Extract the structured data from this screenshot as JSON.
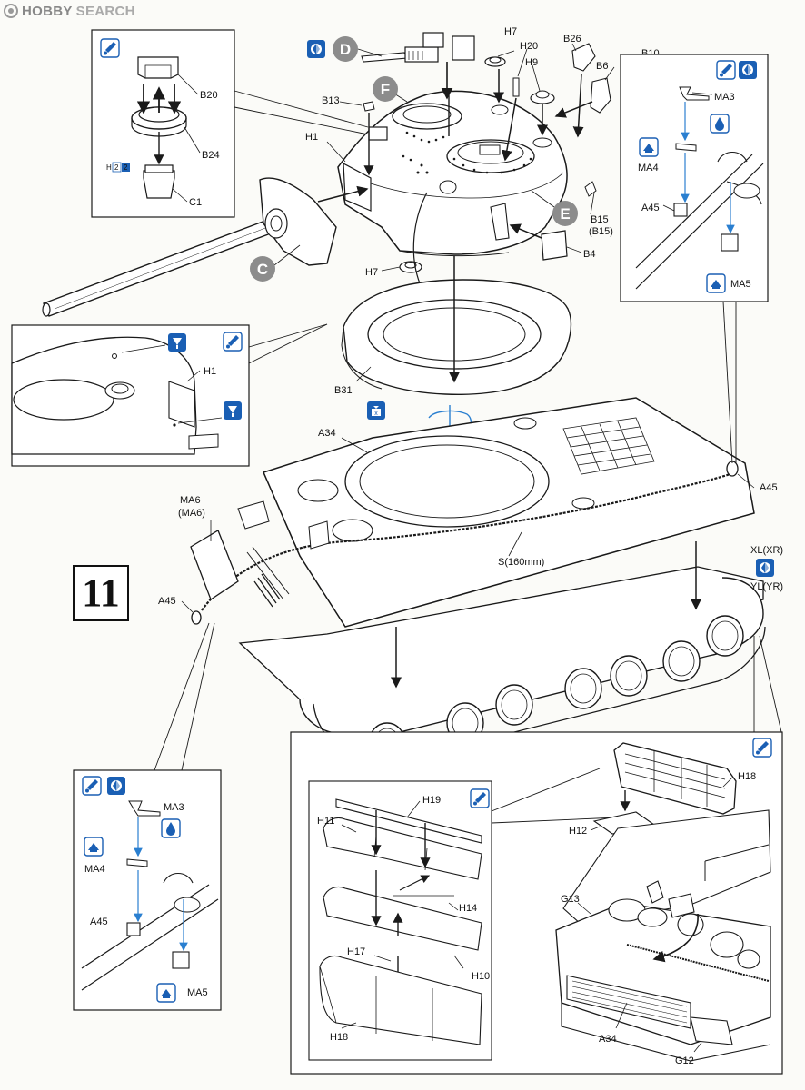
{
  "watermark": {
    "brand": "HOBBY",
    "brand_suffix": "SEARCH"
  },
  "step": {
    "number": "11"
  },
  "labels": {
    "D": "D",
    "F": "F",
    "E": "E",
    "C": "C",
    "H7_top": "H7",
    "H20": "H20",
    "H9": "H9",
    "B26": "B26",
    "B6": "B6",
    "B10": "B10",
    "B13": "B13",
    "H1_turret": "H1",
    "B15": "B15",
    "B15_alt": "(B15)",
    "B4": "B4",
    "H7_bottom": "H7",
    "B31": "B31",
    "A34_hull": "A34",
    "MA6": "MA6",
    "MA6_alt": "(MA6)",
    "A45_left": "A45",
    "A45_right": "A45",
    "S160": "S(160mm)",
    "XL": "XL(XR)",
    "YL": "YL(YR)",
    "B20": "B20",
    "B24": "B24",
    "C1": "C1",
    "H1_inset": "H1",
    "MA3_tr": "MA3",
    "MA4_tr": "MA4",
    "A45_tr": "A45",
    "MA5_tr": "MA5",
    "MA3_bl": "MA3",
    "MA4_bl": "MA4",
    "A45_bl": "A45",
    "MA5_bl": "MA5",
    "H19": "H19",
    "H11": "H11",
    "H14": "H14",
    "H17": "H17",
    "H10": "H10",
    "H18_left": "H18",
    "H18_right": "H18",
    "H12": "H12",
    "G13": "G13",
    "A34_engine": "A34",
    "G12": "G12",
    "h2_badge": "H",
    "h2_badge_num1": "2",
    "h2_badge_num2": "2"
  },
  "colors": {
    "callout_gray": "#8c8c8c",
    "icon_blue": "#1a5fb4",
    "assembly_arrow_blue": "#2a7fd0",
    "line": "#1a1a1a"
  },
  "icons": {
    "glue": "glue-icon",
    "choose_option": "choose-option-icon",
    "paint_drop": "paint-drop-icon",
    "drill_hole": "drill-hole-icon",
    "rotate_free": "rotate-free-icon",
    "photo_etch": "photo-etch-icon"
  }
}
